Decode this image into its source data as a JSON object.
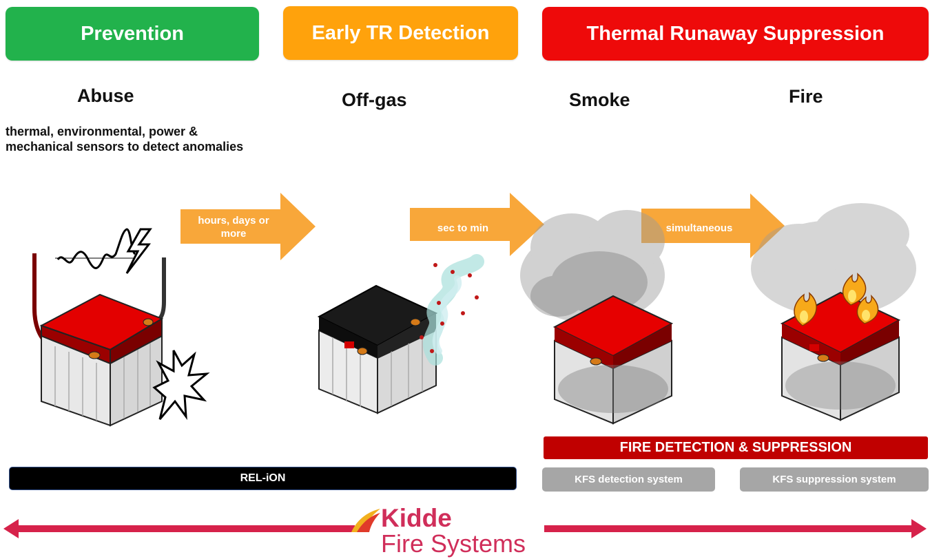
{
  "phases": {
    "prevention": "Prevention",
    "early_detection": "Early TR Detection",
    "suppression": "Thermal Runaway Suppression"
  },
  "stages": {
    "abuse": "Abuse",
    "abuse_desc": "thermal, environmental, power & mechanical sensors to detect anomalies",
    "offgas": "Off-gas",
    "smoke": "Smoke",
    "fire": "Fire"
  },
  "arrows": {
    "a1": "hours, days or more",
    "a2": "sec to min",
    "a3": "simultaneous"
  },
  "bars": {
    "relion": "REL-iON",
    "fire_detection_suppression": "FIRE DETECTION & SUPPRESSION",
    "kfs_detection": "KFS detection system",
    "kfs_suppression": "KFS suppression system"
  },
  "logo": {
    "line1": "Kidde",
    "line2": "Fire Systems"
  },
  "colors": {
    "prevention": "#22b24c",
    "early_detection": "#ffa20c",
    "suppression": "#ee0a0a",
    "arrow": "#f8a73a",
    "relion_bar": "#000000",
    "fds_bar": "#c00000",
    "kfs_bar": "#a6a6a6",
    "timeline": "#d6224a",
    "logo_text": "#d02e5a"
  }
}
